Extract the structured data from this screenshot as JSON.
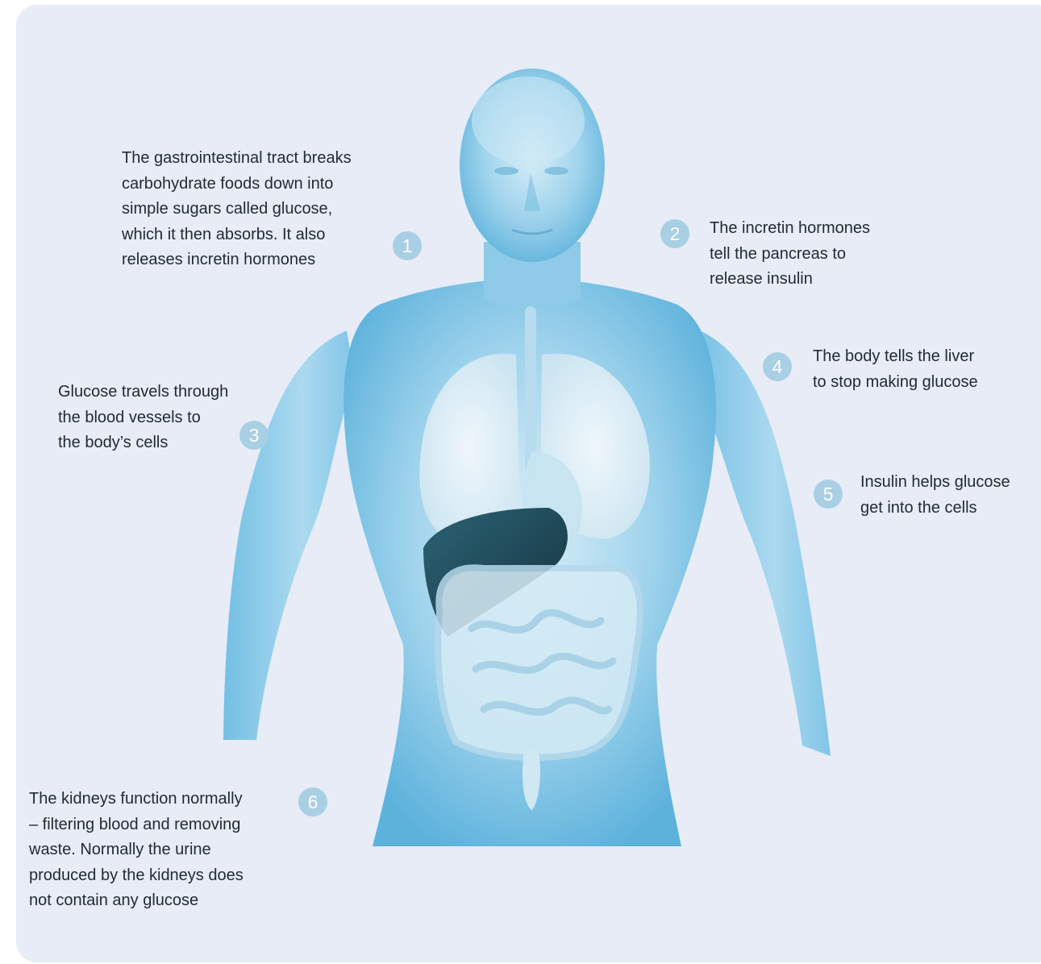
{
  "colors": {
    "panel_background": "#e7ecf7",
    "body_blue": "#7ec4e4",
    "liver": "#1f4b5c",
    "badge": "#a9cfe4",
    "text": "#222b33"
  },
  "illustration": {
    "icon": "human-body-anatomy-icon",
    "organs": [
      "lungs",
      "liver",
      "stomach",
      "intestines",
      "esophagus"
    ]
  },
  "steps": [
    {
      "number": "1",
      "lines": [
        "The gastrointestinal tract breaks",
        "carbohydrate foods down into",
        "simple sugars called glucose,",
        "which it then absorbs. It also",
        "releases incretin hormones"
      ]
    },
    {
      "number": "2",
      "lines": [
        "The incretin hormones",
        "tell the pancreas to",
        "release insulin"
      ]
    },
    {
      "number": "3",
      "lines": [
        "Glucose travels through",
        "the blood vessels to",
        "the body’s cells"
      ]
    },
    {
      "number": "4",
      "lines": [
        "The body tells the liver",
        "to stop making glucose"
      ]
    },
    {
      "number": "5",
      "lines": [
        "Insulin helps glucose",
        "get into the cells"
      ]
    },
    {
      "number": "6",
      "lines": [
        "The kidneys function normally",
        "– filtering blood and removing",
        "waste. Normally the urine",
        "produced by the kidneys does",
        "not contain any glucose"
      ]
    }
  ]
}
